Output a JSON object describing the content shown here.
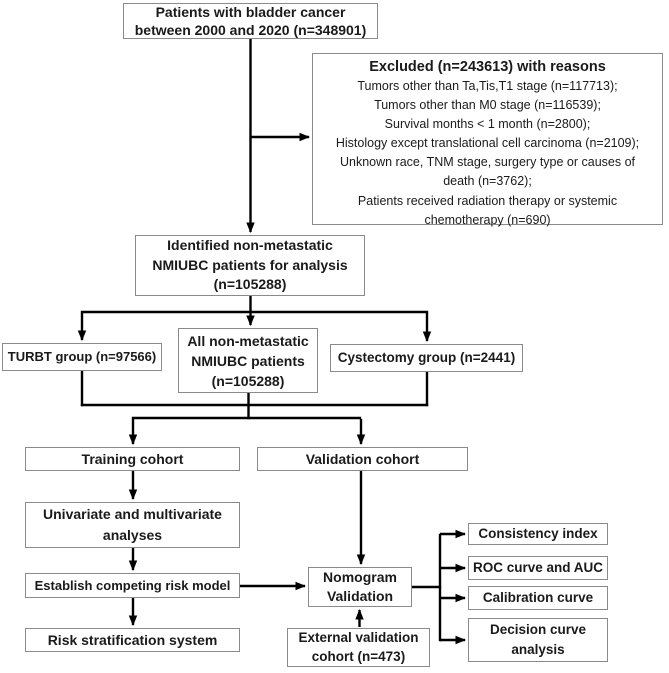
{
  "title": "Patient selection and analysis flowchart",
  "colors": {
    "background": "#ffffff",
    "box_border": "#8a8a8a",
    "line": "#000000",
    "text": "#1a1a1a"
  },
  "boxes": {
    "patients": {
      "lines": [
        "Patients with bladder cancer",
        "between 2000 and 2020 (n=348901)"
      ]
    },
    "excluded": {
      "title": "Excluded (n=243613) with reasons",
      "lines": [
        "Tumors other than Ta,Tis,T1 stage (n=117713);",
        "Tumors other than M0 stage (n=116539);",
        "Survival months < 1 month (n=2800);",
        "Histology except translational cell carcinoma (n=2109);",
        "Unknown race, TNM stage, surgery type or causes of",
        "death (n=3762);",
        "Patients received radiation therapy or systemic",
        "chemotherapy (n=690)"
      ]
    },
    "identified": {
      "lines": [
        "Identified non-metastatic",
        "NMIUBC patients for analysis",
        "(n=105288)"
      ]
    },
    "turbt": {
      "lines": [
        "TURBT group (n=97566)"
      ]
    },
    "all_nmiubc": {
      "lines": [
        "All non-metastatic",
        "NMIUBC patients",
        "(n=105288)"
      ]
    },
    "cystectomy": {
      "lines": [
        "Cystectomy group (n=2441)"
      ]
    },
    "training": {
      "lines": [
        "Training cohort"
      ]
    },
    "validation": {
      "lines": [
        "Validation cohort"
      ]
    },
    "univariate": {
      "lines": [
        "Univariate and multivariate",
        "analyses"
      ]
    },
    "competing": {
      "lines": [
        "Establish competing risk model"
      ]
    },
    "risk": {
      "lines": [
        "Risk stratification system"
      ]
    },
    "nomogram": {
      "lines": [
        "Nomogram",
        "Validation"
      ]
    },
    "external": {
      "lines": [
        "External validation",
        "cohort (n=473)"
      ]
    },
    "consistency": {
      "lines": [
        "Consistency index"
      ]
    },
    "roc": {
      "lines": [
        "ROC curve and AUC"
      ]
    },
    "calibration": {
      "lines": [
        "Calibration curve"
      ]
    },
    "decision": {
      "lines": [
        "Decision curve",
        "analysis"
      ]
    }
  }
}
